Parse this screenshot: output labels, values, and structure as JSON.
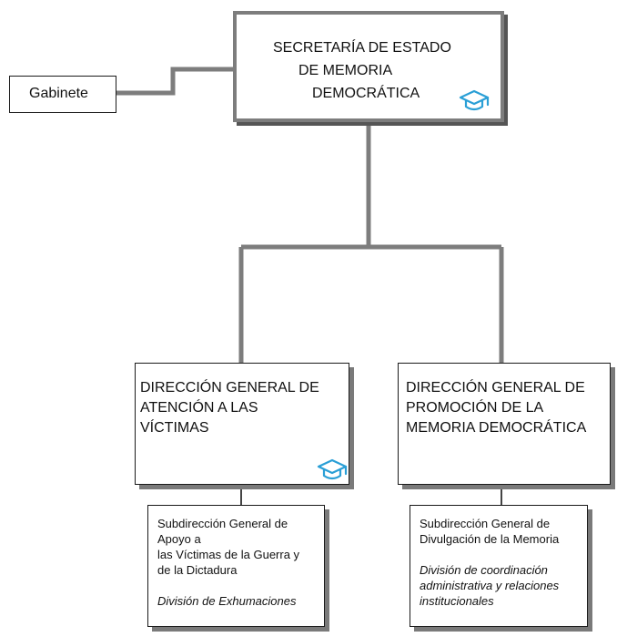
{
  "colors": {
    "connector": "#7d7d7d",
    "border": "#1a1a1a",
    "icon": "#2a9fd6"
  },
  "gabinete": {
    "label": "Gabinete"
  },
  "secretaria": {
    "lines": [
      "SECRETARÍA DE ESTADO",
      "DE MEMORIA",
      "DEMOCRÁTICA"
    ],
    "icon": "graduation-cap-icon"
  },
  "dg_victimas": {
    "lines": [
      "DIRECCIÓN GENERAL DE",
      "ATENCIÓN A LAS",
      "VÍCTIMAS"
    ],
    "icon": "graduation-cap-icon",
    "sub": {
      "lines": [
        "Subdirección General de",
        "Apoyo a",
        "las Víctimas de la Guerra y",
        "de la Dictadura"
      ],
      "division": "División de Exhumaciones"
    }
  },
  "dg_promocion": {
    "lines": [
      "DIRECCIÓN GENERAL DE",
      "PROMOCIÓN DE LA",
      "MEMORIA DEMOCRÁTICA"
    ],
    "sub": {
      "lines": [
        "Subdirección General de",
        "Divulgación de la Memoria"
      ],
      "division_lines": [
        "División de coordinación",
        "administrativa y relaciones",
        "institucionales"
      ]
    }
  }
}
